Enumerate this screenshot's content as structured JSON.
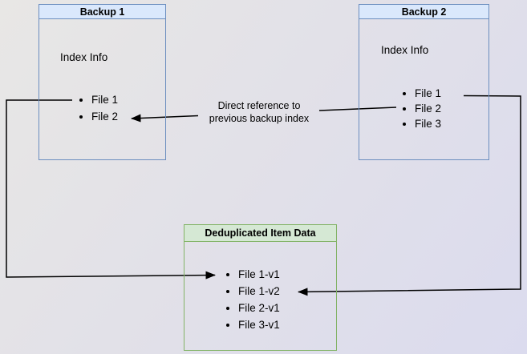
{
  "backup1": {
    "title": "Backup 1",
    "section_label": "Index Info",
    "files": [
      "File 1",
      "File 2"
    ]
  },
  "backup2": {
    "title": "Backup 2",
    "section_label": "Index Info",
    "files": [
      "File 1",
      "File 2",
      "File 3"
    ]
  },
  "dedup": {
    "title": "Deduplicated Item Data",
    "items": [
      "File 1-v1",
      "File 1-v2",
      "File 2-v1",
      "File 3-v1"
    ]
  },
  "annotation": {
    "line1": "Direct reference to",
    "line2": "previous backup index",
    "full_label": "Direct reference to previous backup index"
  },
  "edges": [
    {
      "from": "Backup 1 : File 1",
      "to": "Deduplicated Item Data : File 1-v1",
      "label": ""
    },
    {
      "from": "Backup 2 : File 1",
      "to": "Deduplicated Item Data : File 1-v2",
      "label": ""
    },
    {
      "from": "Backup 2 : File 2",
      "to": "Backup 1 : File 2",
      "label": "Direct reference to previous backup index"
    }
  ],
  "colors": {
    "blue_border": "#6c8ebf",
    "blue_fill": "#dae8fc",
    "green_border": "#82b366",
    "green_fill": "#d5e8d4",
    "arrow": "#000000"
  }
}
